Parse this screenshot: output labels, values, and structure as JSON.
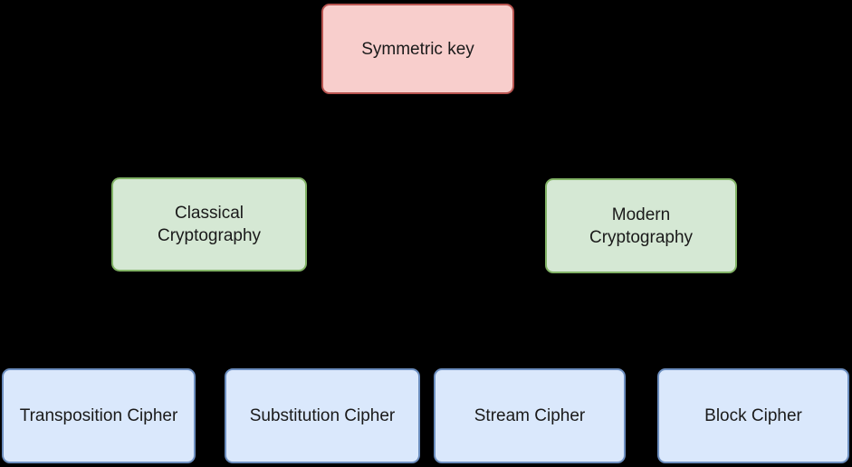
{
  "diagram": {
    "background_color": "#000000",
    "text_color": "#1a1a1a",
    "palette": {
      "root_fill": "#f8cecc",
      "root_border": "#b85450",
      "branch_fill": "#d5e8d4",
      "branch_border": "#82b366",
      "leaf_fill": "#dae8fc",
      "leaf_border": "#6c8ebf"
    },
    "nodes": [
      {
        "id": "symmetric-key",
        "label": "Symmetric key",
        "fill": "#f8cecc",
        "border": "#b85450",
        "level": "root"
      },
      {
        "id": "classical-cryptography",
        "label": "Classical\nCryptography",
        "fill": "#d5e8d4",
        "border": "#82b366",
        "level": "branch"
      },
      {
        "id": "modern-cryptography",
        "label": "Modern\nCryptography",
        "fill": "#d5e8d4",
        "border": "#82b366",
        "level": "branch"
      },
      {
        "id": "transposition-cipher",
        "label": "Transposition Cipher",
        "fill": "#dae8fc",
        "border": "#6c8ebf",
        "level": "leaf"
      },
      {
        "id": "substitution-cipher",
        "label": "Substitution Cipher",
        "fill": "#dae8fc",
        "border": "#6c8ebf",
        "level": "leaf"
      },
      {
        "id": "stream-cipher",
        "label": "Stream Cipher",
        "fill": "#dae8fc",
        "border": "#6c8ebf",
        "level": "leaf"
      },
      {
        "id": "block-cipher",
        "label": "Block Cipher",
        "fill": "#dae8fc",
        "border": "#6c8ebf",
        "level": "leaf"
      }
    ]
  }
}
